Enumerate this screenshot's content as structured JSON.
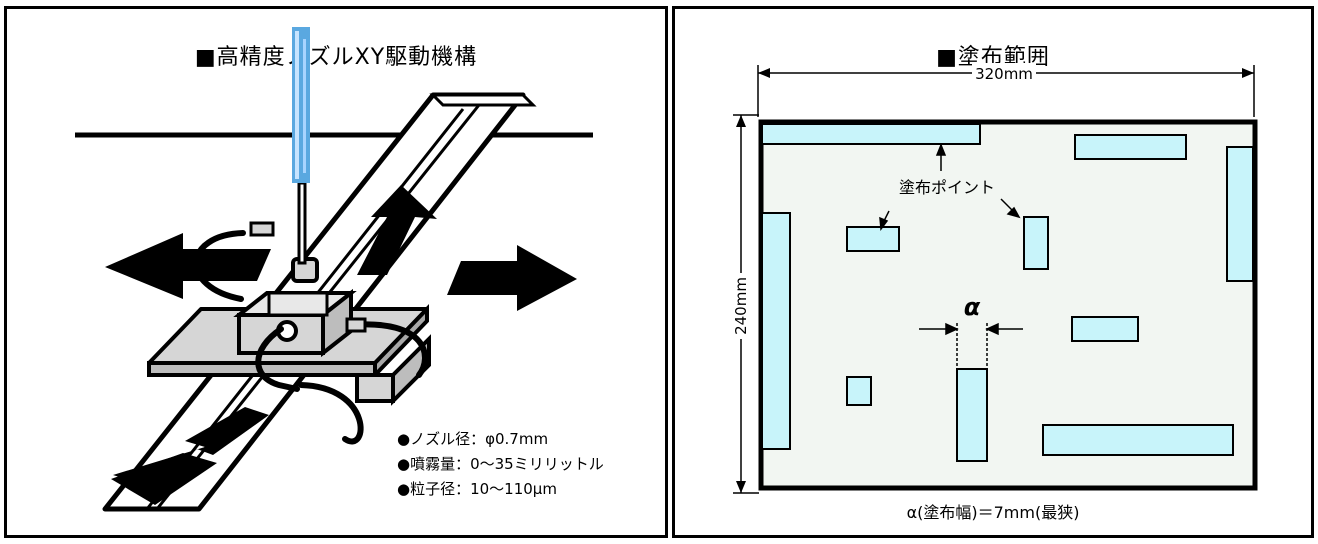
{
  "left": {
    "title": "■高精度ノズルXY駆動機構",
    "specs": [
      "●ノズル径：φ0.7mm",
      "●噴霧量：0～35ミリリットル",
      "●粒子径：10～110μm"
    ]
  },
  "right": {
    "title": "■塗布範囲",
    "width_label": "320mm",
    "height_label": "240mm",
    "point_label": "塗布ポイント",
    "alpha_label": "α",
    "caption": "α(塗布幅)＝7mm(最狭)"
  },
  "colors": {
    "patch_fill": "#c8f4fa",
    "area_fill": "#f2f6f2",
    "plate_fill": "#d6d6d6",
    "spray": "#5aa8e0"
  }
}
